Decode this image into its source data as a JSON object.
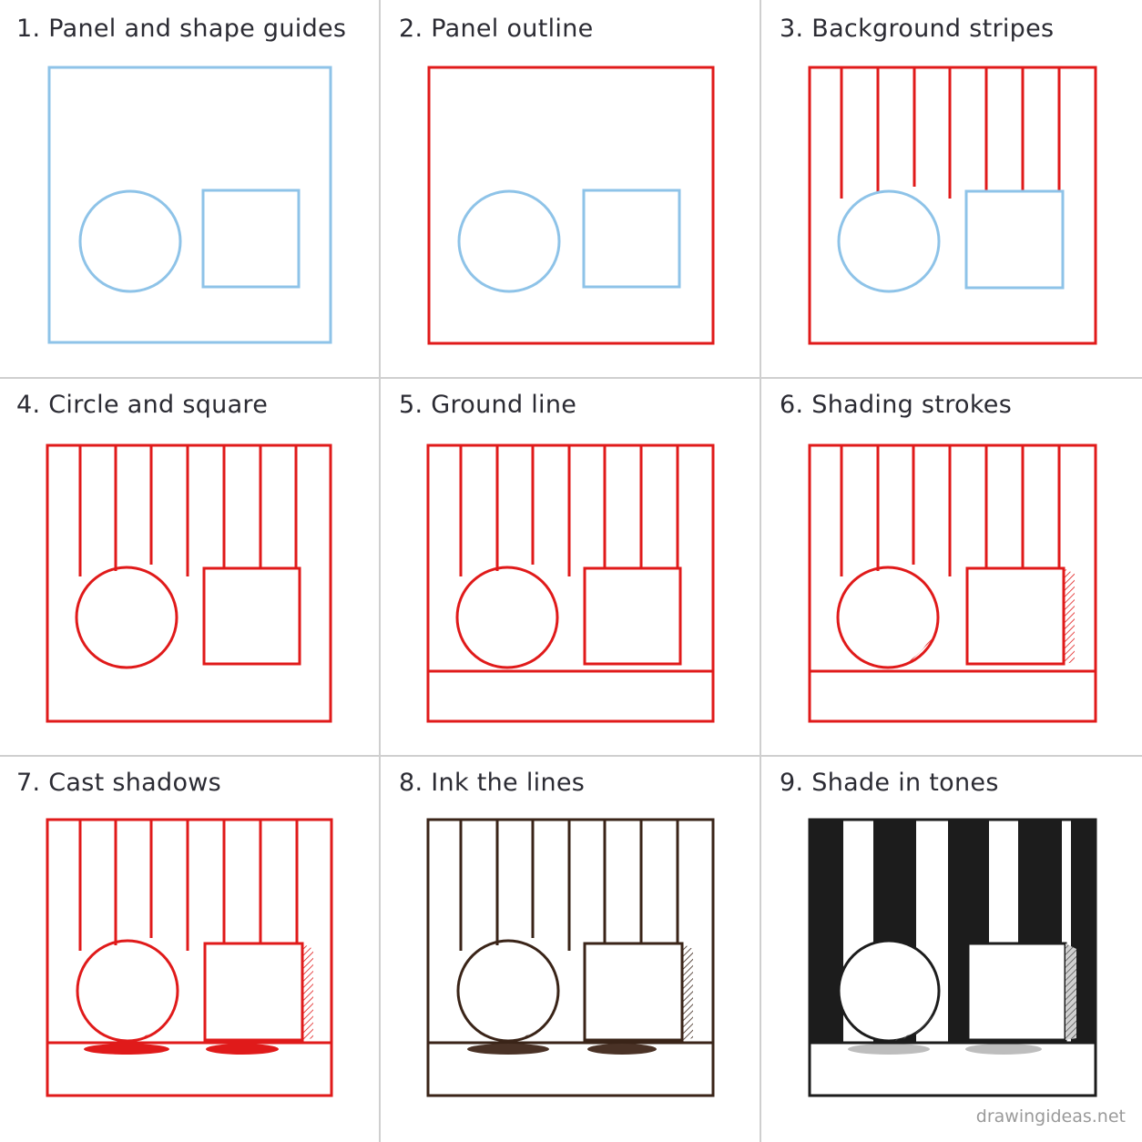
{
  "steps": [
    {
      "number": "1.",
      "title": "Panel and shape guides"
    },
    {
      "number": "2.",
      "title": "Panel outline"
    },
    {
      "number": "3.",
      "title": "Background stripes"
    },
    {
      "number": "4.",
      "title": "Circle and square"
    },
    {
      "number": "5.",
      "title": "Ground line"
    },
    {
      "number": "6.",
      "title": "Shading strokes"
    },
    {
      "number": "7.",
      "title": "Cast shadows"
    },
    {
      "number": "8.",
      "title": "Ink the lines"
    },
    {
      "number": "9.",
      "title": "Shade in tones"
    }
  ],
  "watermark": "drawingideas.net",
  "colors": {
    "guide": "#8ec3e8",
    "pencil": "#e01a1a",
    "ink": "#3a2418",
    "tone_dark": "#1c1c1c",
    "shadow_grey": "#bdbdbd",
    "grid": "#cfcfcf"
  }
}
